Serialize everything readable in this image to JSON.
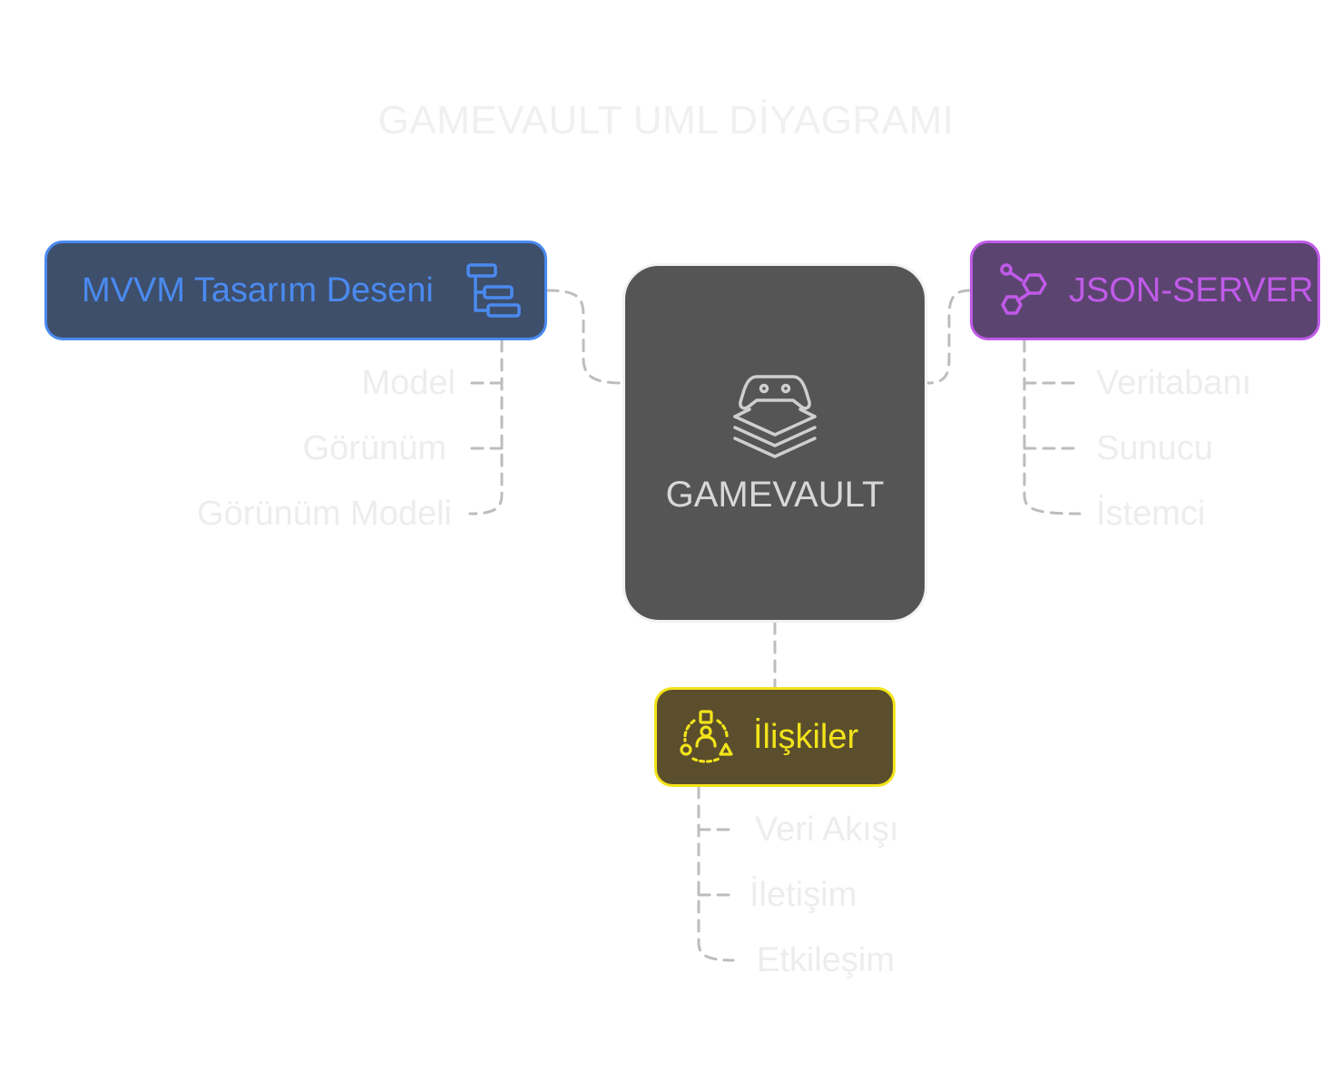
{
  "title": "GAMEVAULT UML DİYAGRAMI",
  "center": {
    "label": "GAMEVAULT",
    "icon": "gamepad-stack-icon",
    "fill": "#555555"
  },
  "branches": {
    "mvvm": {
      "label": "MVVM Tasarım Deseni",
      "icon": "layout-blocks-icon",
      "accent": "#4a8af0",
      "fill": "#3e4f6b",
      "children": [
        "Model",
        "Görünüm",
        "Görünüm Modeli"
      ]
    },
    "json": {
      "label": "JSON-SERVER",
      "icon": "molecule-icon",
      "accent": "#c05ae8",
      "fill": "#5c4470",
      "children": [
        "Veritabanı",
        "Sunucu",
        "İstemci"
      ]
    },
    "relations": {
      "label": "İlişkiler",
      "icon": "shapes-cycle-icon",
      "accent": "#f2e31b",
      "fill": "#5a4e2c",
      "children": [
        "Veri Akışı",
        "İletişim",
        "Etkileşim"
      ]
    }
  },
  "colors": {
    "connector": "#bdbdbd",
    "leaf_text": "#ededed",
    "title_text": "#f0f0f0"
  }
}
